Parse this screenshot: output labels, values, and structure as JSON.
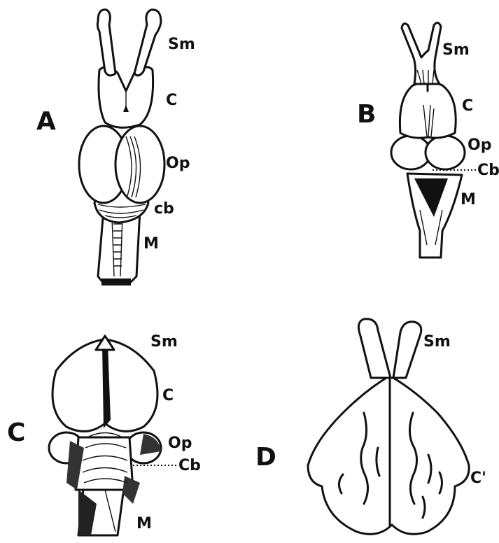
{
  "panels": [
    {
      "id": "A",
      "letter": "A",
      "labels": [
        "Sm",
        "C",
        "Op",
        "cb",
        "M"
      ]
    },
    {
      "id": "B",
      "letter": "B",
      "labels": [
        "Sm",
        "C",
        "Op",
        "Cb",
        "M"
      ]
    },
    {
      "id": "C",
      "letter": "C",
      "labels": [
        "Sm",
        "C",
        "Op",
        "Cb",
        "M"
      ]
    },
    {
      "id": "D",
      "letter": "D",
      "labels": [
        "Sm",
        "C'"
      ]
    }
  ]
}
